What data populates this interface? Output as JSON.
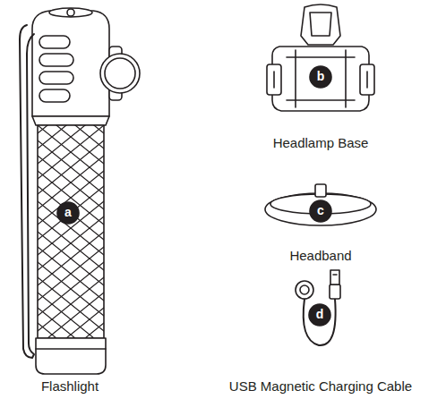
{
  "diagram": {
    "labels": [
      "a",
      "b",
      "c",
      "d",
      "Flashlight",
      "Headlamp Base",
      "Headband",
      "USB Magnetic Charging Cable"
    ]
  }
}
